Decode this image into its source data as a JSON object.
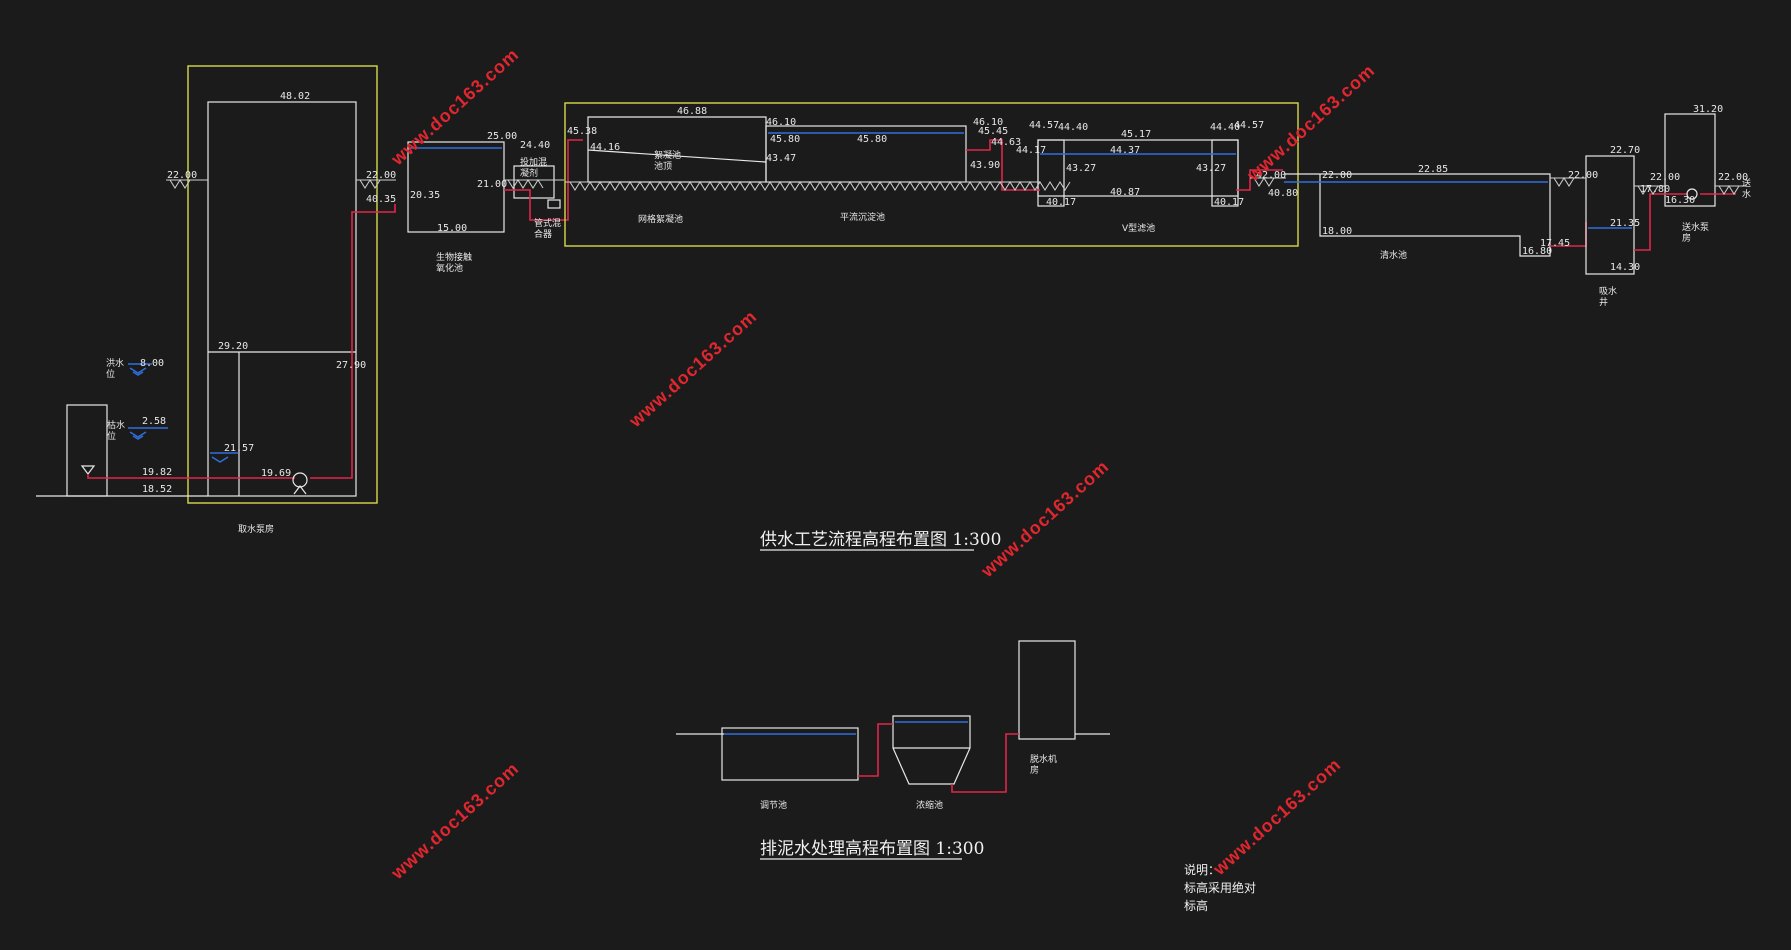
{
  "titles": {
    "supply": "供水工艺流程高程布置图 1:300",
    "sludge": "排泥水处理高程布置图 1:300"
  },
  "note": {
    "line1": "说明：",
    "line2": "标高采用绝对",
    "line3": "标高"
  },
  "watermark": "www.doc163.com",
  "units": {
    "intake_pump": "取水泵房",
    "pre_ozone": "生物接触\n氧化池",
    "mixer_tank": "管式混\n合器",
    "dosing": "投加混\n凝剂",
    "flocc": "网格絮凝池",
    "flocc_sub": "絮凝池\n池顶",
    "sed": "平流沉淀池",
    "filter": "V型滤池",
    "clear": "清水池",
    "suction": "吸水\n井",
    "pump2": "送水泵\n房",
    "supply_out": "送\n水",
    "high_level": "洪水\n位",
    "low_level": "枯水\n位",
    "regulate": "调节池",
    "thickener": "浓缩池",
    "dewater": "脱水机\n房"
  },
  "elev": {
    "e4802": "48.02",
    "e2200a": "22.00",
    "e2200b": "22.00",
    "e4035": "40.35",
    "e2920": "29.20",
    "e2790": "27.90",
    "e2157": "21.57",
    "e1969": "19.69",
    "e1982": "19.82",
    "e1852": "18.52",
    "e800": "8.00",
    "e258": "2.58",
    "e2500": "25.00",
    "e2440": "24.40",
    "e2035": "20.35",
    "e2100": "21.00",
    "e1500": "15.00",
    "e4538": "45.38",
    "e4416": "44.16",
    "e4688": "46.88",
    "e4610a": "46.10",
    "e4580a": "45.80",
    "e4347": "43.47",
    "e4580b": "45.80",
    "e4610b": "46.10",
    "e4545": "45.45",
    "e4390": "43.90",
    "e4463": "44.63",
    "e4457a": "44.57",
    "e4440a": "44.40",
    "e4417": "44.17",
    "e4517": "45.17",
    "e4437": "44.37",
    "e4327a": "43.27",
    "e4327b": "43.27",
    "e4087": "40.87",
    "e4017a": "40.17",
    "e4017b": "40.17",
    "e4440b": "44.40",
    "e4457b": "44.57",
    "e4200": "42.00",
    "e4080": "40.80",
    "e2200c": "22.00",
    "e2285": "22.85",
    "e2200d": "22.00",
    "e1800": "18.00",
    "e1680": "16.80",
    "e1745": "17.45",
    "e2270": "22.70",
    "e2135": "21.35",
    "e1430": "14.30",
    "e3120": "31.20",
    "e2200e": "22.00",
    "e2200f": "22.00",
    "e1780": "17.80",
    "e1630": "16.30"
  }
}
